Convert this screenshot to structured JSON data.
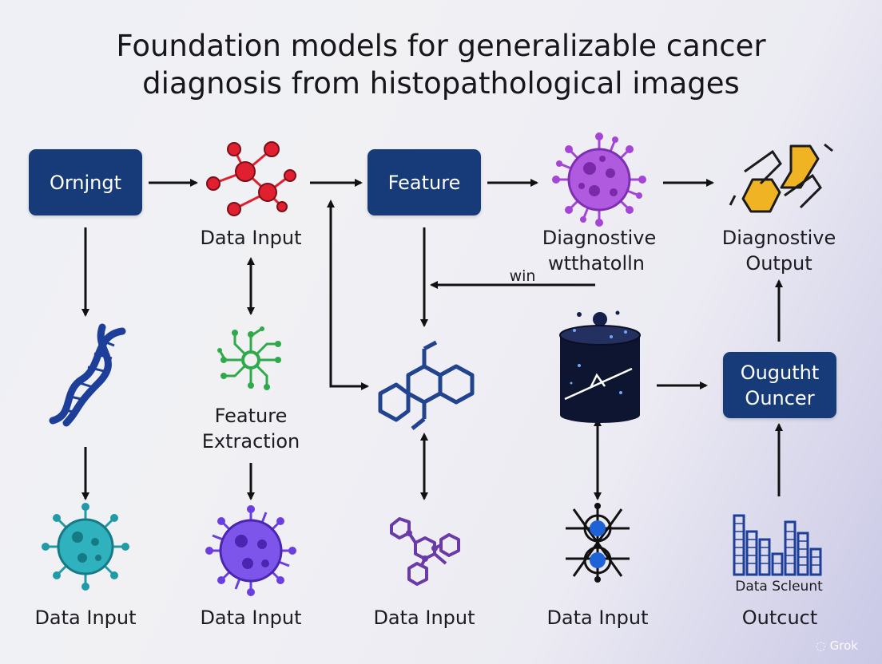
{
  "title": {
    "line1": "Foundation models for generalizable cancer",
    "line2": "diagnosis from histopathological images"
  },
  "boxes": {
    "orninght": "Ornjngt",
    "feature": "Feature",
    "output_line1": "Ougutht",
    "output_line2": "Ouncer"
  },
  "labels": {
    "data_input_top": "Data Input",
    "diagnostic_left_line1": "Diagnostive",
    "diagnostic_left_line2": "wtthatolln",
    "win": "win",
    "diagnostic_right_line1": "Diagnostive",
    "diagnostic_right_line2": "Output",
    "feature_extraction_line1": "Feature",
    "feature_extraction_line2": "Extraction",
    "data_scleunt": "Data Scleunt",
    "bottom": [
      "Data Input",
      "Data Input",
      "Data Input",
      "Data Input",
      "Outcuct"
    ]
  },
  "watermark": "Grok",
  "colors": {
    "box": "#173b78",
    "arrow": "#111111",
    "network_red": "#e0202e",
    "virus_purple": "#a545d8",
    "virus_teal": "#1f9aa6",
    "virus_violet": "#6a3ee0",
    "dna_blue": "#1d3f99",
    "hex_blue": "#22448f",
    "hex_purple": "#6a3aa8",
    "circuit_green": "#2eaa4a",
    "gold": "#f0b323"
  },
  "icons": [
    "network-icon",
    "virus-purple-icon",
    "dna-strand-icon",
    "gold-strand-icon",
    "circuit-icon",
    "hexagon-molecule-icon",
    "cylinder-data-icon",
    "virus-teal-icon",
    "virus-violet-icon",
    "purple-molecule-icon",
    "target-node-icon",
    "bar-chart-icon"
  ]
}
